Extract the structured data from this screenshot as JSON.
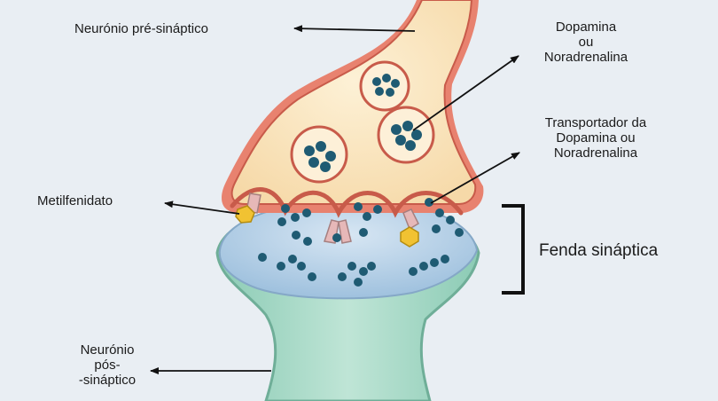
{
  "labels": {
    "presynaptic": "Neurónio pré-sináptico",
    "dopamine_line1": "Dopamina",
    "dopamine_line2": "ou",
    "dopamine_line3": "Noradrenalina",
    "transporter_line1": "Transportador da",
    "transporter_line2": "Dopamina ou",
    "transporter_line3": "Noradrenalina",
    "methylphenidate": "Metilfenidato",
    "synaptic_cleft": "Fenda sináptica",
    "postsynaptic_line1": "Neurónio",
    "postsynaptic_line2": "pós-",
    "postsynaptic_line3": "-sináptico"
  },
  "colors": {
    "background": "#e9eef3",
    "presynaptic_membrane": "#e8826f",
    "presynaptic_cytoplasm": "#fbe6bf",
    "vesicle_fill": "#fdf0d8",
    "neurotransmitter": "#1f5b73",
    "postsynaptic_body": "#a9d7c6",
    "postsynaptic_cap": "#b9d4ea",
    "methylphenidate": "#f1c232",
    "transporter": "#e6b8b8",
    "bracket": "#111111"
  }
}
